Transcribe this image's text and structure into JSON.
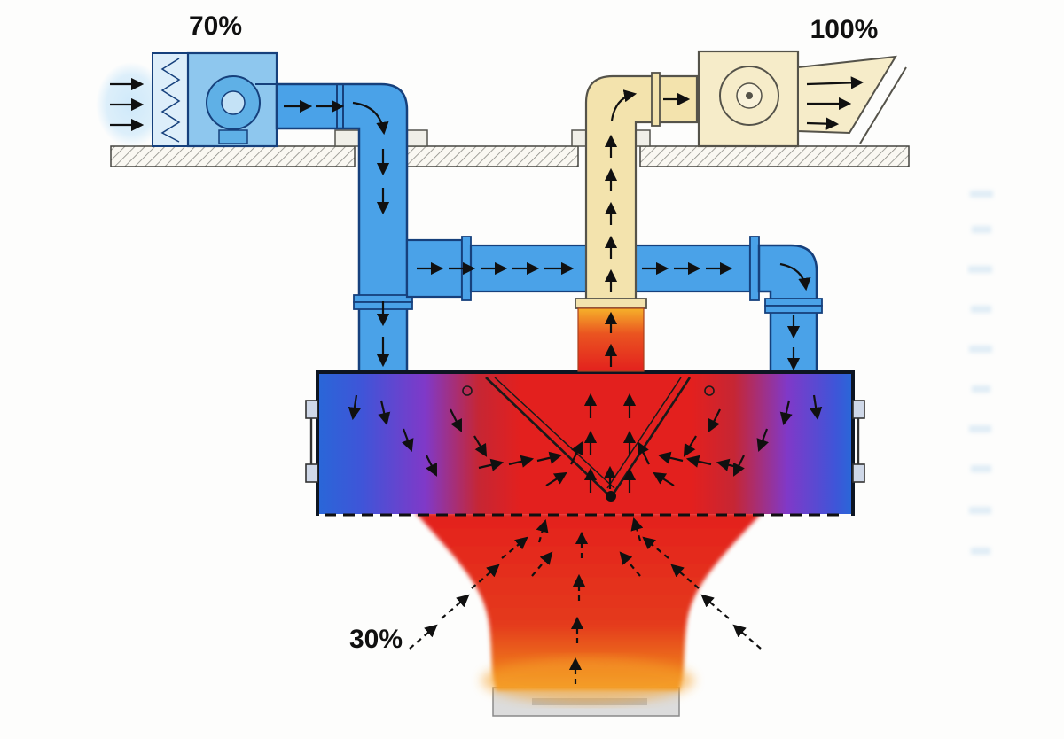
{
  "diagram": {
    "labels": {
      "supply_air_percentage": "70%",
      "exhaust_air_percentage": "100%",
      "room_air_percentage": "30%"
    },
    "colors": {
      "supply_duct_blue": "#4aa2e8",
      "fan_housing_blue": "#8ec7ee",
      "fan_scroll_blue": "#5fb0e6",
      "exhaust_duct_yellow": "#f3e3ad",
      "exhaust_fan_cream": "#f6ecc9",
      "hot_air_red": "#e3201e",
      "flame_orange": "#f08c1e",
      "flame_yellow": "#f8d056",
      "duct_outline_navy": "#16407c",
      "hood_outline_dark": "#0d1522",
      "arrow_black": "#101010"
    }
  }
}
